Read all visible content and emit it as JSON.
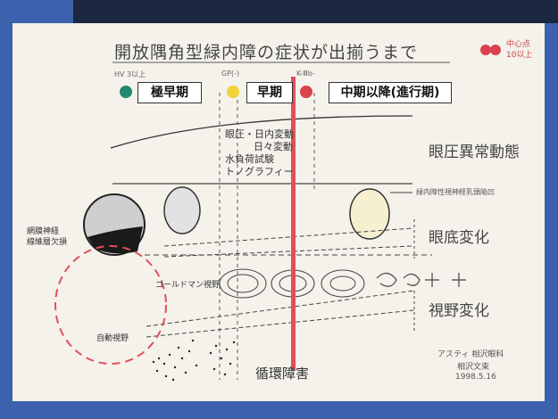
{
  "title": "開放隅角型緑内障の症状が出揃うまで",
  "legend": {
    "label_line1": "中心点",
    "label_line2": "10以上",
    "color": "#d9424e"
  },
  "stages": [
    {
      "small": "HV 3以上",
      "label": "極早期",
      "dot_color": "#1f8a70"
    },
    {
      "small": "GP(-)",
      "label": "早期",
      "dot_color": "#f2d23a"
    },
    {
      "small": "K-Ⅲb-",
      "label": "中期以降(進行期)",
      "dot_color": "#d9424e"
    }
  ],
  "pressure_notes": [
    "眼圧・日内変動",
    "日々変動",
    "水負荷試験",
    "トノグラフィー"
  ],
  "rows": {
    "pressure": "眼圧異常動態",
    "fundus": "眼底変化",
    "field": "視野変化",
    "fundus_note": "緑内障性視神経乳頭陥凹"
  },
  "labels": {
    "retina": "網膜神経\n線維層欠損",
    "goldmann": "ゴールドマン視野",
    "auto": "自動視野",
    "circulation": "循環障害"
  },
  "credit": {
    "line1": "アスティ 相沢眼科",
    "line2": "相沢文束",
    "line3": "1998.5.16"
  },
  "divider_color": "#e05058"
}
